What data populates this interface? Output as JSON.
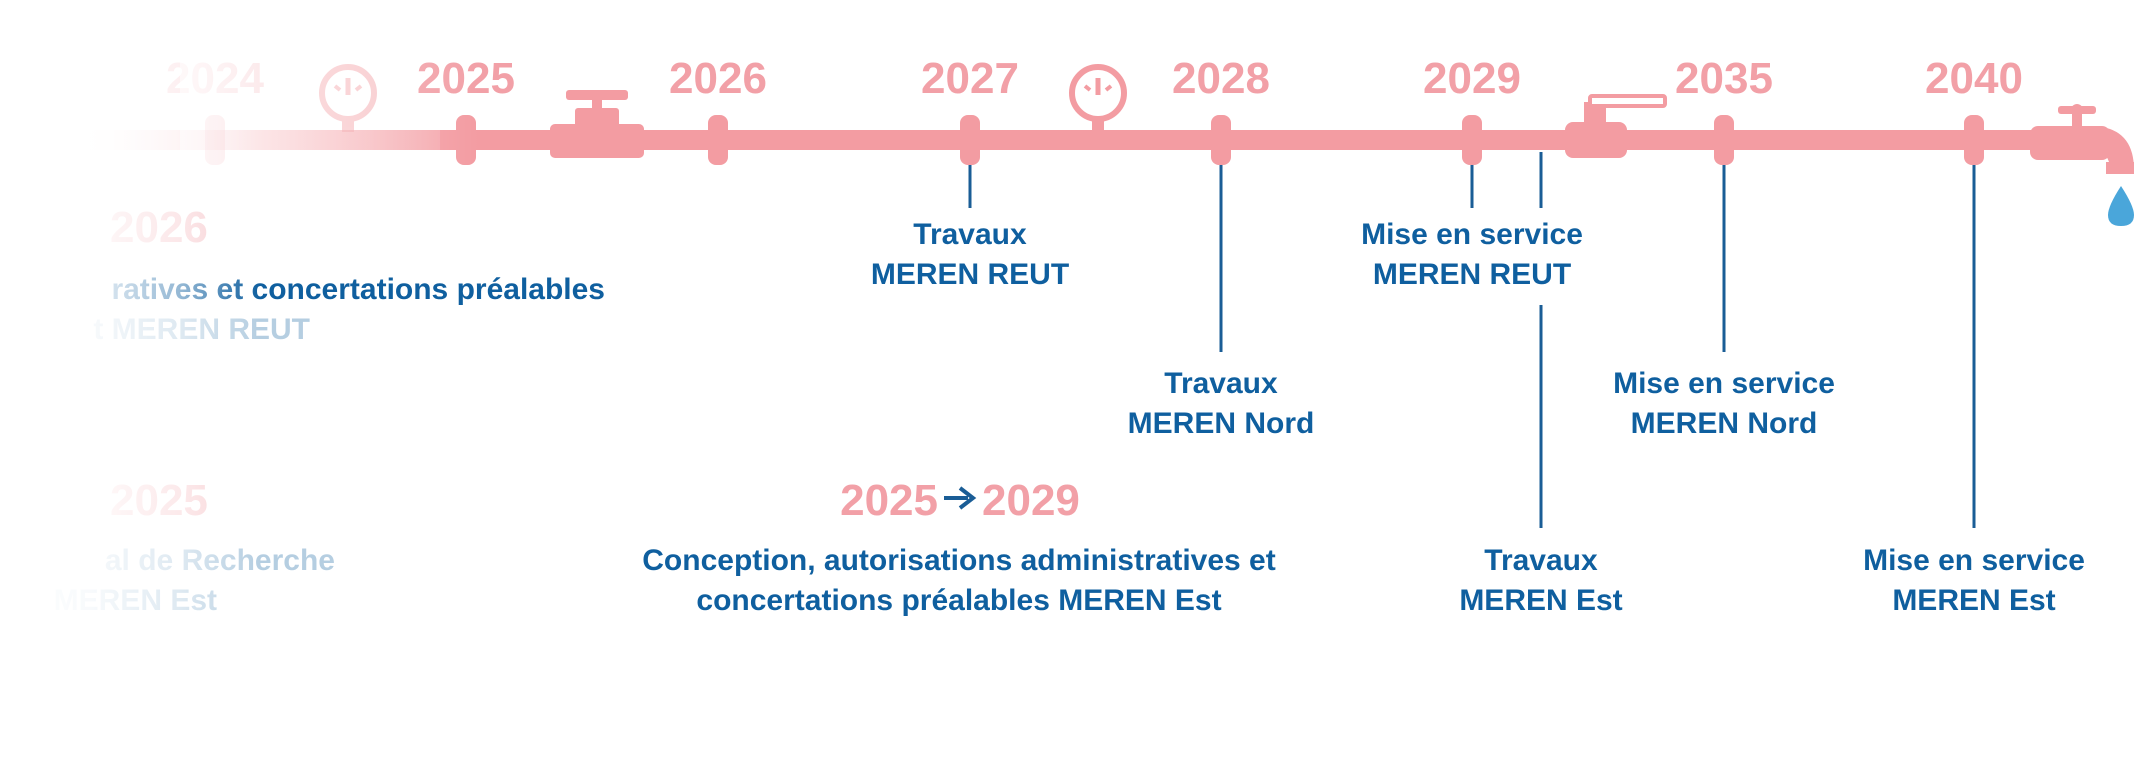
{
  "colors": {
    "pipe": "#f39ca2",
    "year": "#f2a0a7",
    "text": "#0f5f9f",
    "line": "#1a5d96",
    "drop": "#4aa6da"
  },
  "years": [
    {
      "label": "2024"
    },
    {
      "label": "2025"
    },
    {
      "label": "2026"
    },
    {
      "label": "2027"
    },
    {
      "label": "2028"
    },
    {
      "label": "2029"
    },
    {
      "label": "2035"
    },
    {
      "label": "2040"
    }
  ],
  "icons": [
    "gauge-icon",
    "valve-icon",
    "gauge-icon",
    "ball-valve-icon",
    "faucet-icon",
    "water-drop-icon"
  ],
  "milestones": [
    {
      "line1": "Travaux",
      "line2": "MEREN REUT"
    },
    {
      "line1": "Travaux",
      "line2": "MEREN Nord"
    },
    {
      "line1": "Mise en service",
      "line2": "MEREN REUT"
    },
    {
      "line1": "Travaux",
      "line2": "MEREN Est"
    },
    {
      "line1": "Mise en service",
      "line2": "MEREN Nord"
    },
    {
      "line1": "Mise en service",
      "line2": "MEREN Est"
    }
  ],
  "periods": [
    {
      "year_from": "",
      "year_to": "2026",
      "line1": "ratives et concertations préalables",
      "line2": "t MEREN REUT"
    },
    {
      "year_from": "",
      "year_to": "2025",
      "line1": "al de Recherche",
      "line2": "MEREN Est"
    },
    {
      "year_from": "2025",
      "year_to": "2029",
      "line1": "Conception, autorisations administratives et",
      "line2": "concertations préalables MEREN Est"
    }
  ]
}
